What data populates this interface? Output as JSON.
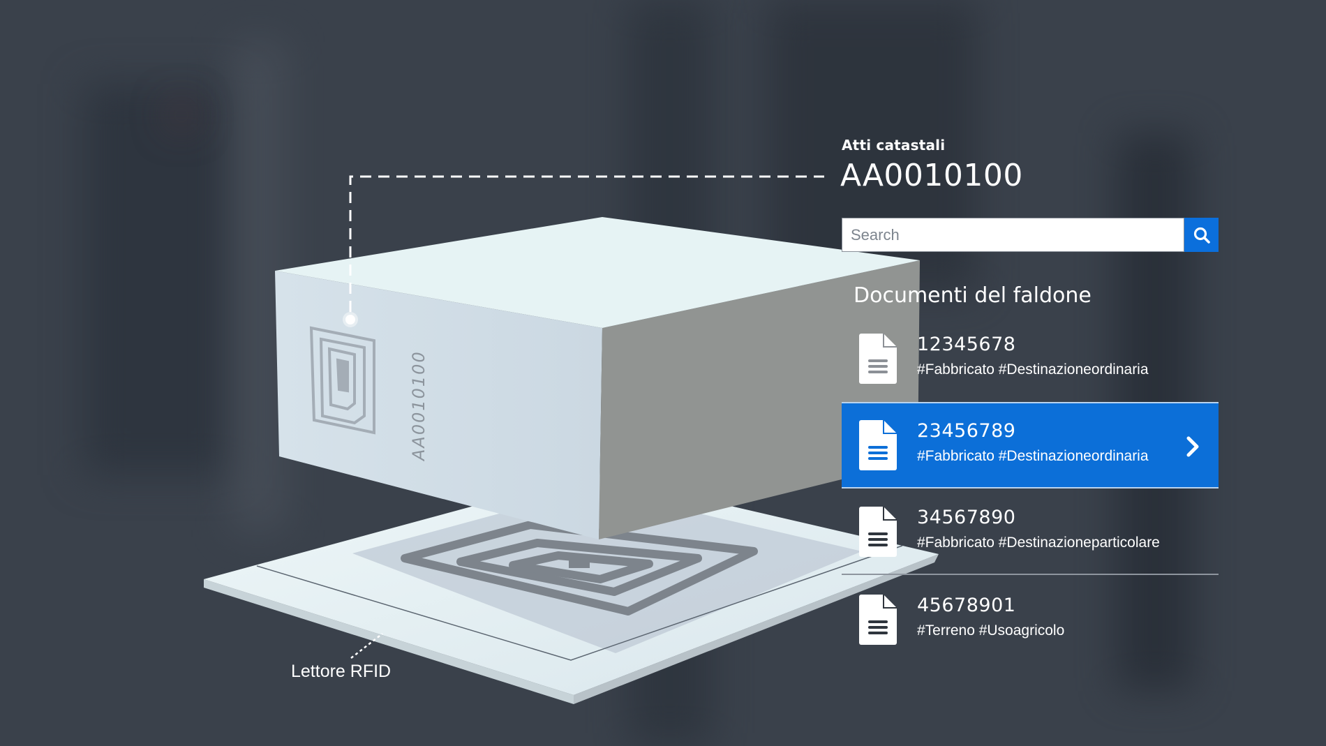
{
  "colors": {
    "background": "#3a414b",
    "accent": "#0c6fd8",
    "search_button": "#0b6fdc",
    "text": "#ffffff"
  },
  "header": {
    "eyebrow": "Atti catastali",
    "code": "AA0010100"
  },
  "search": {
    "placeholder": "Search",
    "value": "",
    "button_icon": "search-icon"
  },
  "documents": {
    "title": "Documenti del faldone",
    "items": [
      {
        "number": "12345678",
        "tags": "#Fabbricato #Destinazioneordinaria",
        "selected": false,
        "icon": "document-icon"
      },
      {
        "number": "23456789",
        "tags": "#Fabbricato #Destinazioneordinaria",
        "selected": true,
        "icon": "document-icon",
        "action_icon": "chevron-right-icon"
      },
      {
        "number": "34567890",
        "tags": "#Fabbricato #Destinazioneparticolare",
        "selected": false,
        "icon": "document-icon"
      },
      {
        "number": "45678901",
        "tags": "#Terreno #Usoagricolo",
        "selected": false,
        "icon": "document-icon"
      }
    ]
  },
  "illustration": {
    "box_label": "AA0010100",
    "reader_label": "Lettore RFID",
    "tag_icon": "rfid-tag-icon",
    "antenna_icon": "rfid-antenna-icon"
  }
}
